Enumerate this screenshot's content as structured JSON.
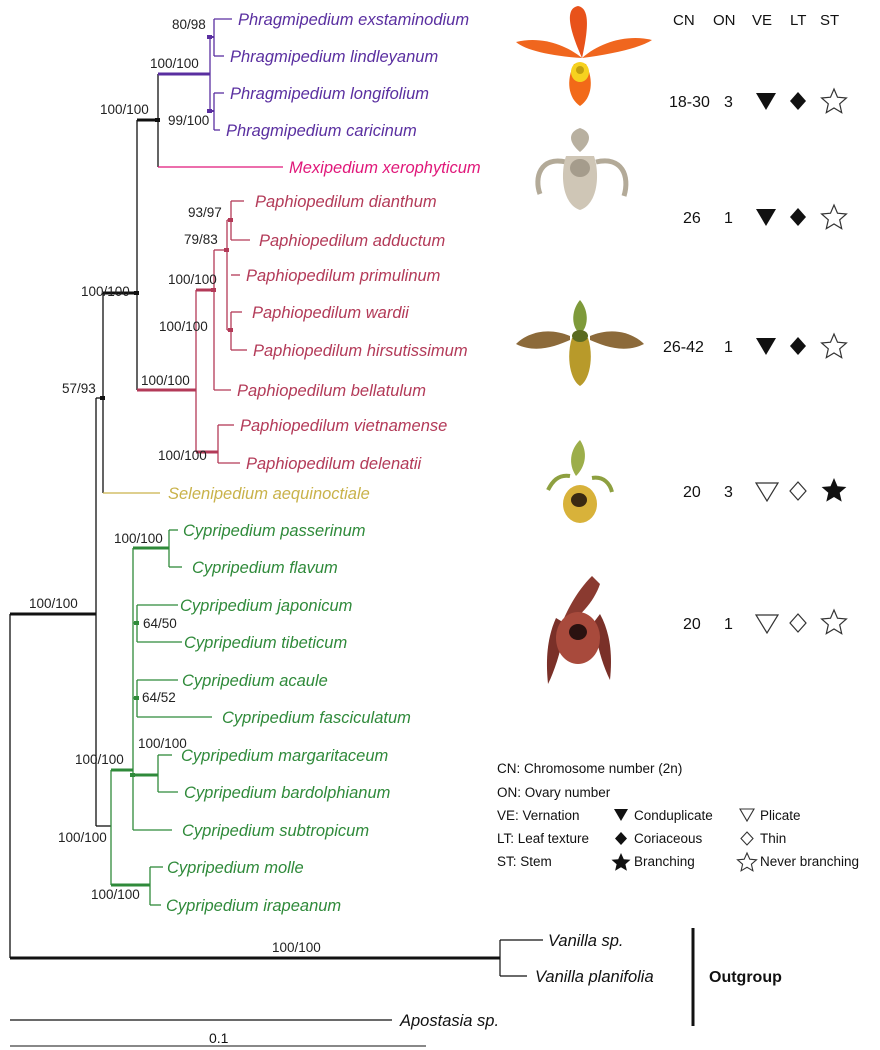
{
  "colors": {
    "phragmipedium": "#5a2fa0",
    "mexipedium": "#e0187a",
    "paphiopedilum": "#b33a58",
    "selenipedium": "#c9b24a",
    "cypripedium": "#2f8a3a",
    "backbone": "#111111"
  },
  "header": {
    "cn": "CN",
    "on": "ON",
    "ve": "VE",
    "lt": "LT",
    "st": "ST"
  },
  "taxa": [
    {
      "name": "Phragmipedium exstaminodium",
      "group": "phragmipedium"
    },
    {
      "name": "Phragmipedium lindleyanum",
      "group": "phragmipedium"
    },
    {
      "name": "Phragmipedium longifolium",
      "group": "phragmipedium"
    },
    {
      "name": "Phragmipedium caricinum",
      "group": "phragmipedium"
    },
    {
      "name": "Mexipedium xerophyticum",
      "group": "mexipedium"
    },
    {
      "name": "Paphiopedilum dianthum",
      "group": "paphiopedilum"
    },
    {
      "name": "Paphiopedilum adductum",
      "group": "paphiopedilum"
    },
    {
      "name": "Paphiopedilum primulinum",
      "group": "paphiopedilum"
    },
    {
      "name": "Paphiopedilum wardii",
      "group": "paphiopedilum"
    },
    {
      "name": "Paphiopedilum hirsutissimum",
      "group": "paphiopedilum"
    },
    {
      "name": "Paphiopedilum bellatulum",
      "group": "paphiopedilum"
    },
    {
      "name": "Paphiopedilum vietnamense",
      "group": "paphiopedilum"
    },
    {
      "name": "Paphiopedilum delenatii",
      "group": "paphiopedilum"
    },
    {
      "name": "Selenipedium aequinoctiale",
      "group": "selenipedium"
    },
    {
      "name": "Cypripedium passerinum",
      "group": "cypripedium"
    },
    {
      "name": "Cypripedium flavum",
      "group": "cypripedium"
    },
    {
      "name": "Cypripedium japonicum",
      "group": "cypripedium"
    },
    {
      "name": "Cypripedium tibeticum",
      "group": "cypripedium"
    },
    {
      "name": "Cypripedium acaule",
      "group": "cypripedium"
    },
    {
      "name": "Cypripedium fasciculatum",
      "group": "cypripedium"
    },
    {
      "name": "Cypripedium margaritaceum",
      "group": "cypripedium"
    },
    {
      "name": "Cypripedium bardolphianum",
      "group": "cypripedium"
    },
    {
      "name": "Cypripedium subtropicum",
      "group": "cypripedium"
    },
    {
      "name": "Cypripedium molle",
      "group": "cypripedium"
    },
    {
      "name": "Cypripedium irapeanum",
      "group": "cypripedium"
    },
    {
      "name": "Vanilla sp.",
      "group": "outgroup"
    },
    {
      "name": "Vanilla planifolia",
      "group": "outgroup"
    },
    {
      "name": "Apostasia sp.",
      "group": "outgroup"
    }
  ],
  "support_values": {
    "phrag_exst_lind": "80/98",
    "phrag_genus": "100/100",
    "phrag_long_cari": "99/100",
    "paph_dian_addu": "93/97",
    "paph_inner_79": "79/83",
    "paph_prim": "100/100",
    "paph_wardii": "100/100",
    "paph_genus": "100/100",
    "paph_viet_dele": "100/100",
    "phrag_mexi_paph": "100/100",
    "with_seleni": "57/93",
    "root_ingroup": "100/100",
    "cyp_pass_flav": "100/100",
    "cyp_japo_tibe": "64/50",
    "cyp_acau_fasc": "64/52",
    "cyp_marg_bard": "100/100",
    "cyp_core": "100/100",
    "cyp_genus": "100/100",
    "cyp_moll_irap": "100/100",
    "vanilla": "100/100"
  },
  "trait_rows": [
    {
      "cn": "18-30",
      "on": "3",
      "ve": "conduplicate",
      "lt": "coriaceous",
      "st": "never"
    },
    {
      "cn": "26",
      "on": "1",
      "ve": "conduplicate",
      "lt": "coriaceous",
      "st": "never"
    },
    {
      "cn": "26-42",
      "on": "1",
      "ve": "conduplicate",
      "lt": "coriaceous",
      "st": "never"
    },
    {
      "cn": "20",
      "on": "3",
      "ve": "plicate",
      "lt": "thin",
      "st": "branching"
    },
    {
      "cn": "20",
      "on": "1",
      "ve": "plicate",
      "lt": "thin",
      "st": "never"
    }
  ],
  "legend": {
    "cn": "CN: Chromosome  number (2n)",
    "on": "ON: Ovary number",
    "ve": "VE: Vernation",
    "lt": "LT: Leaf texture",
    "st": "ST: Stem",
    "conduplicate": "Conduplicate",
    "plicate": "Plicate",
    "coriaceous": "Coriaceous",
    "thin": "Thin",
    "branching": "Branching",
    "never_branching": "Never branching"
  },
  "outgroup_label": "Outgroup",
  "scale_label": "0.1",
  "flower_icons": [
    "phragmipedium-flower",
    "mexipedium-flower",
    "paphiopedilum-flower",
    "selenipedium-flower",
    "cypripedium-flower"
  ]
}
